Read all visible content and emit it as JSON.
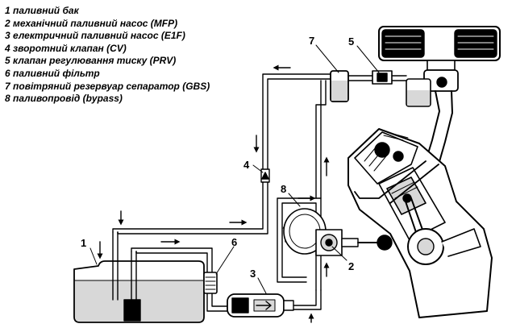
{
  "legend": [
    {
      "num": "1",
      "text": "паливний бак"
    },
    {
      "num": "2",
      "text": "механічний паливний насос (MFP)"
    },
    {
      "num": "3",
      "text": "електричний паливний насос (E1F)"
    },
    {
      "num": "4",
      "text": "зворотний клапан (CV)"
    },
    {
      "num": "5",
      "text": "клапан регулювання тиску (PRV)"
    },
    {
      "num": "6",
      "text": "паливний фільтр"
    },
    {
      "num": "7",
      "text": "повітряний резервуар сепаратор (GBS)"
    },
    {
      "num": "8",
      "text": "паливопровід (bypass)"
    }
  ],
  "callouts": {
    "c1": "1",
    "c2": "2",
    "c3": "3",
    "c4": "4",
    "c5": "5",
    "c6": "6",
    "c7": "7",
    "c8": "8"
  },
  "colors": {
    "ink": "#000000",
    "fuel": "#d8d8d8",
    "paper": "#ffffff"
  }
}
